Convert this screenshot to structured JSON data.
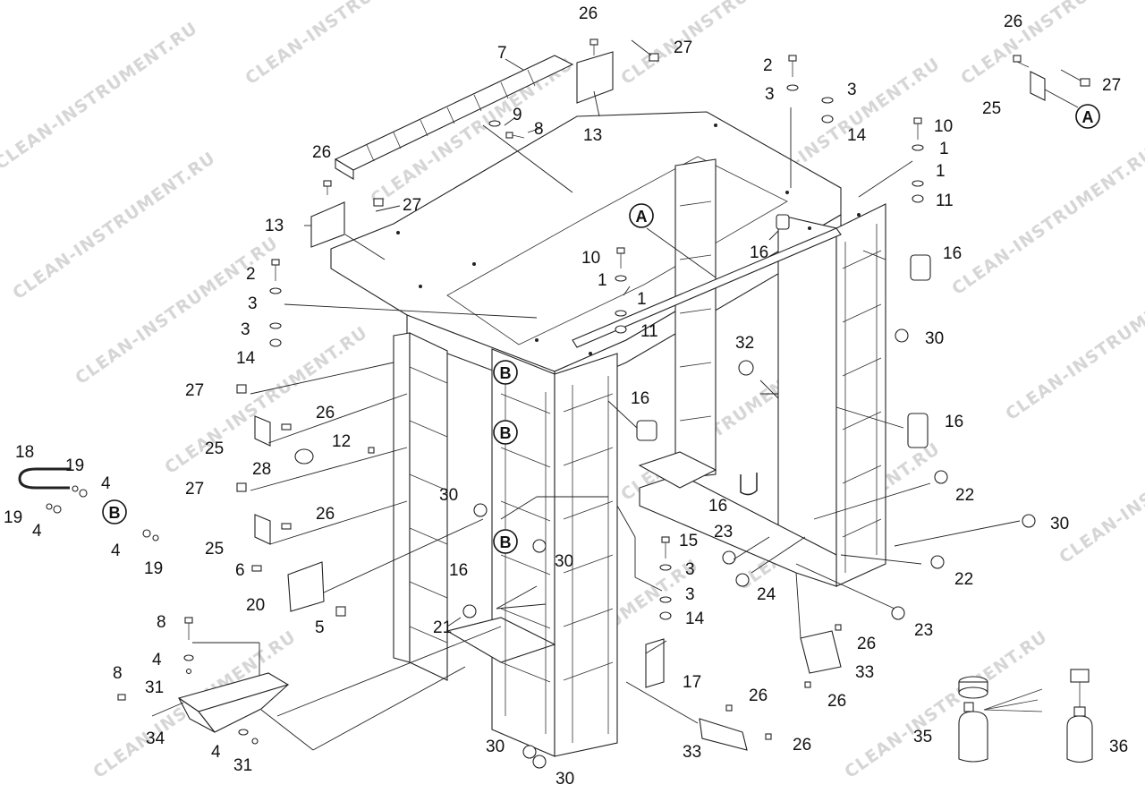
{
  "watermark": "CLEAN-INSTRUMENT.RU",
  "markers": {
    "a": "A",
    "b": "B"
  },
  "callouts": [
    {
      "id": "c1",
      "text": "26"
    },
    {
      "id": "c2",
      "text": "27"
    },
    {
      "id": "c3",
      "text": "7"
    },
    {
      "id": "c4",
      "text": "9"
    },
    {
      "id": "c5",
      "text": "8"
    },
    {
      "id": "c6",
      "text": "13"
    },
    {
      "id": "c7",
      "text": "2"
    },
    {
      "id": "c8",
      "text": "3"
    },
    {
      "id": "c9",
      "text": "3"
    },
    {
      "id": "c10",
      "text": "14"
    },
    {
      "id": "c11",
      "text": "10"
    },
    {
      "id": "c12",
      "text": "1"
    },
    {
      "id": "c13",
      "text": "1"
    },
    {
      "id": "c14",
      "text": "11"
    },
    {
      "id": "c15",
      "text": "26"
    },
    {
      "id": "c16",
      "text": "27"
    },
    {
      "id": "c17",
      "text": "25"
    },
    {
      "id": "c18",
      "text": "26"
    },
    {
      "id": "c19",
      "text": "27"
    },
    {
      "id": "c20",
      "text": "13"
    },
    {
      "id": "c21",
      "text": "16"
    },
    {
      "id": "c22",
      "text": "16"
    },
    {
      "id": "c23",
      "text": "10"
    },
    {
      "id": "c24",
      "text": "1"
    },
    {
      "id": "c25",
      "text": "1"
    },
    {
      "id": "c26",
      "text": "11"
    },
    {
      "id": "c27",
      "text": "2"
    },
    {
      "id": "c28",
      "text": "3"
    },
    {
      "id": "c29",
      "text": "3"
    },
    {
      "id": "c30",
      "text": "14"
    },
    {
      "id": "c31",
      "text": "32"
    },
    {
      "id": "c32",
      "text": "30"
    },
    {
      "id": "c33",
      "text": "27"
    },
    {
      "id": "c34",
      "text": "26"
    },
    {
      "id": "c35",
      "text": "16"
    },
    {
      "id": "c36",
      "text": "16"
    },
    {
      "id": "c37",
      "text": "25"
    },
    {
      "id": "c38",
      "text": "12"
    },
    {
      "id": "c39",
      "text": "28"
    },
    {
      "id": "c40",
      "text": "18"
    },
    {
      "id": "c41",
      "text": "19"
    },
    {
      "id": "c42",
      "text": "4"
    },
    {
      "id": "c43",
      "text": "19"
    },
    {
      "id": "c44",
      "text": "4"
    },
    {
      "id": "c45",
      "text": "4"
    },
    {
      "id": "c46",
      "text": "19"
    },
    {
      "id": "c47",
      "text": "27"
    },
    {
      "id": "c48",
      "text": "26"
    },
    {
      "id": "c49",
      "text": "25"
    },
    {
      "id": "c50",
      "text": "30"
    },
    {
      "id": "c51",
      "text": "16"
    },
    {
      "id": "c52",
      "text": "22"
    },
    {
      "id": "c53",
      "text": "30"
    },
    {
      "id": "c54",
      "text": "23"
    },
    {
      "id": "c55",
      "text": "30"
    },
    {
      "id": "c56",
      "text": "15"
    },
    {
      "id": "c57",
      "text": "3"
    },
    {
      "id": "c58",
      "text": "6"
    },
    {
      "id": "c59",
      "text": "20"
    },
    {
      "id": "c60",
      "text": "16"
    },
    {
      "id": "c61",
      "text": "3"
    },
    {
      "id": "c62",
      "text": "24"
    },
    {
      "id": "c63",
      "text": "22"
    },
    {
      "id": "c64",
      "text": "5"
    },
    {
      "id": "c65",
      "text": "21"
    },
    {
      "id": "c66",
      "text": "14"
    },
    {
      "id": "c67",
      "text": "23"
    },
    {
      "id": "c68",
      "text": "8"
    },
    {
      "id": "c69",
      "text": "4"
    },
    {
      "id": "c70",
      "text": "31"
    },
    {
      "id": "c71",
      "text": "8"
    },
    {
      "id": "c72",
      "text": "17"
    },
    {
      "id": "c73",
      "text": "26"
    },
    {
      "id": "c74",
      "text": "33"
    },
    {
      "id": "c75",
      "text": "26"
    },
    {
      "id": "c76",
      "text": "34"
    },
    {
      "id": "c77",
      "text": "26"
    },
    {
      "id": "c78",
      "text": "4"
    },
    {
      "id": "c79",
      "text": "31"
    },
    {
      "id": "c80",
      "text": "30"
    },
    {
      "id": "c81",
      "text": "33"
    },
    {
      "id": "c82",
      "text": "26"
    },
    {
      "id": "c83",
      "text": "35"
    },
    {
      "id": "c84",
      "text": "36"
    },
    {
      "id": "c85",
      "text": "30"
    }
  ]
}
